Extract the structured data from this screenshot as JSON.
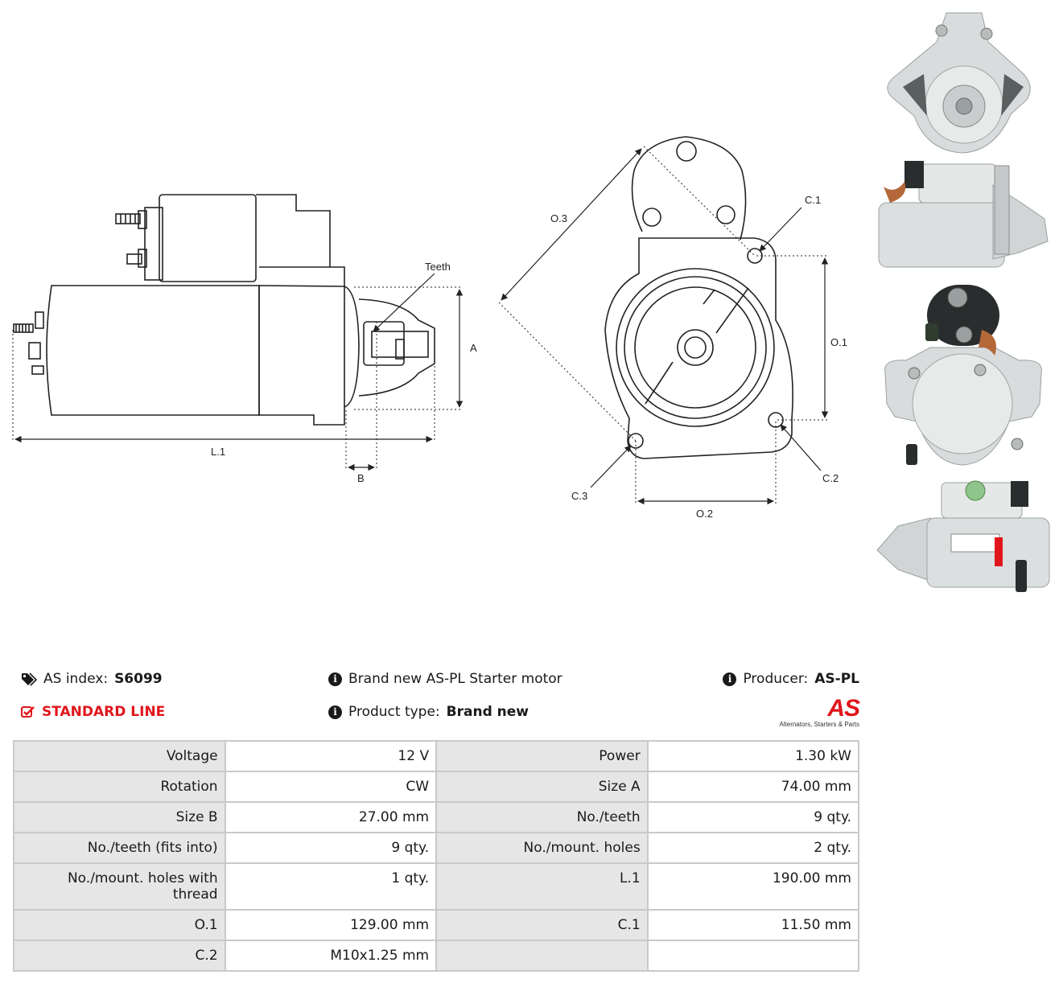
{
  "diagram": {
    "labels": {
      "teeth": "Teeth",
      "a": "A",
      "b": "B",
      "l1": "L.1",
      "o1": "O.1",
      "o2": "O.2",
      "o3": "O.3",
      "c1": "C.1",
      "c2": "C.2",
      "c3": "C.3"
    }
  },
  "info": {
    "as_index_label": "AS index:",
    "as_index_value": "S6099",
    "standard_line": "STANDARD LINE",
    "description": "Brand new AS-PL Starter motor",
    "product_type_label": "Product type:",
    "product_type_value": "Brand new",
    "producer_label": "Producer:",
    "producer_value": "AS-PL",
    "logo_text": "AS",
    "logo_tagline": "Alternators, Starters & Parts",
    "tag_icon": "tag-icon",
    "check_icon": "checkbox-icon",
    "info_icon": "info-icon",
    "accent_color": "#e0161c"
  },
  "specs": [
    {
      "k1": "Voltage",
      "v1": "12 V",
      "k2": "Power",
      "v2": "1.30 kW"
    },
    {
      "k1": "Rotation",
      "v1": "CW",
      "k2": "Size A",
      "v2": "74.00 mm"
    },
    {
      "k1": "Size B",
      "v1": "27.00 mm",
      "k2": "No./teeth",
      "v2": "9 qty."
    },
    {
      "k1": "No./teeth (fits into)",
      "v1": "9 qty.",
      "k2": "No./mount. holes",
      "v2": "2 qty."
    },
    {
      "k1": "No./mount. holes with thread",
      "v1": "1 qty.",
      "k2": "L.1",
      "v2": "190.00 mm"
    },
    {
      "k1": "O.1",
      "v1": "129.00 mm",
      "k2": "C.1",
      "v2": "11.50 mm"
    },
    {
      "k1": "C.2",
      "v1": "M10x1.25 mm",
      "k2": "",
      "v2": ""
    }
  ]
}
